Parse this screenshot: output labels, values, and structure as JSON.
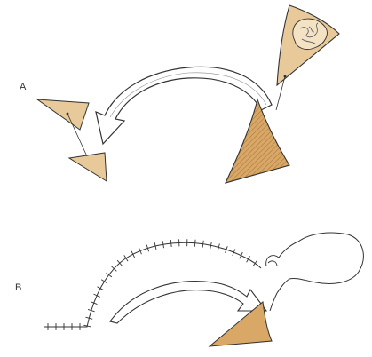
{
  "figure": {
    "panels": [
      {
        "label": "A"
      },
      {
        "label": "B"
      }
    ]
  },
  "colors": {
    "background": "#ffffff",
    "outline": "#333333",
    "tissue_fill": "#e8c99a",
    "tissue_hatch": "#b8864f",
    "donor_fill": "#d9a866",
    "arrow_fill": "#ffffff"
  },
  "icons": {
    "flap": "triangular-skin-flap",
    "brain": "brain-in-cranium",
    "arrow": "curved-transfer-arrow",
    "suture": "stitched-suture-line"
  }
}
